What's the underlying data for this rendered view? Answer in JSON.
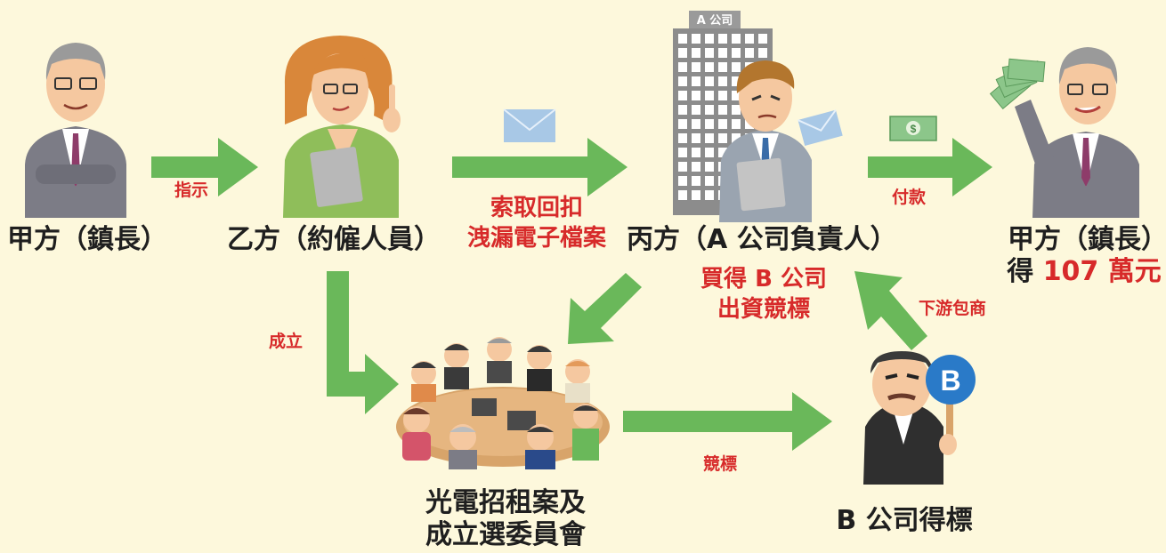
{
  "nodes": {
    "mayor_left": "甲方（鎮長）",
    "contractor": "乙方（約僱人員）",
    "company_a": "丙方（A 公司負責人）",
    "mayor_right_line1": "甲方（鎮長）",
    "mayor_right_prefix": "得",
    "mayor_right_amount": "107 萬元",
    "committee_line1": "光電招租案及",
    "committee_line2": "成立選委員會",
    "company_b": "B 公司得標",
    "building_sign": "A 公司",
    "paddle_letter": "B"
  },
  "edges": {
    "instruct": "指示",
    "leak_line1": "索取回扣",
    "leak_line2": "洩漏電子檔案",
    "pay": "付款",
    "buy_line1": "買得 B 公司",
    "buy_line2": "出資競標",
    "subcontract": "下游包商",
    "establish": "成立",
    "bid": "競標"
  },
  "colors": {
    "arrow": "#6ab85a",
    "accent_red": "#d72a2a",
    "background": "#fdf8dc"
  }
}
